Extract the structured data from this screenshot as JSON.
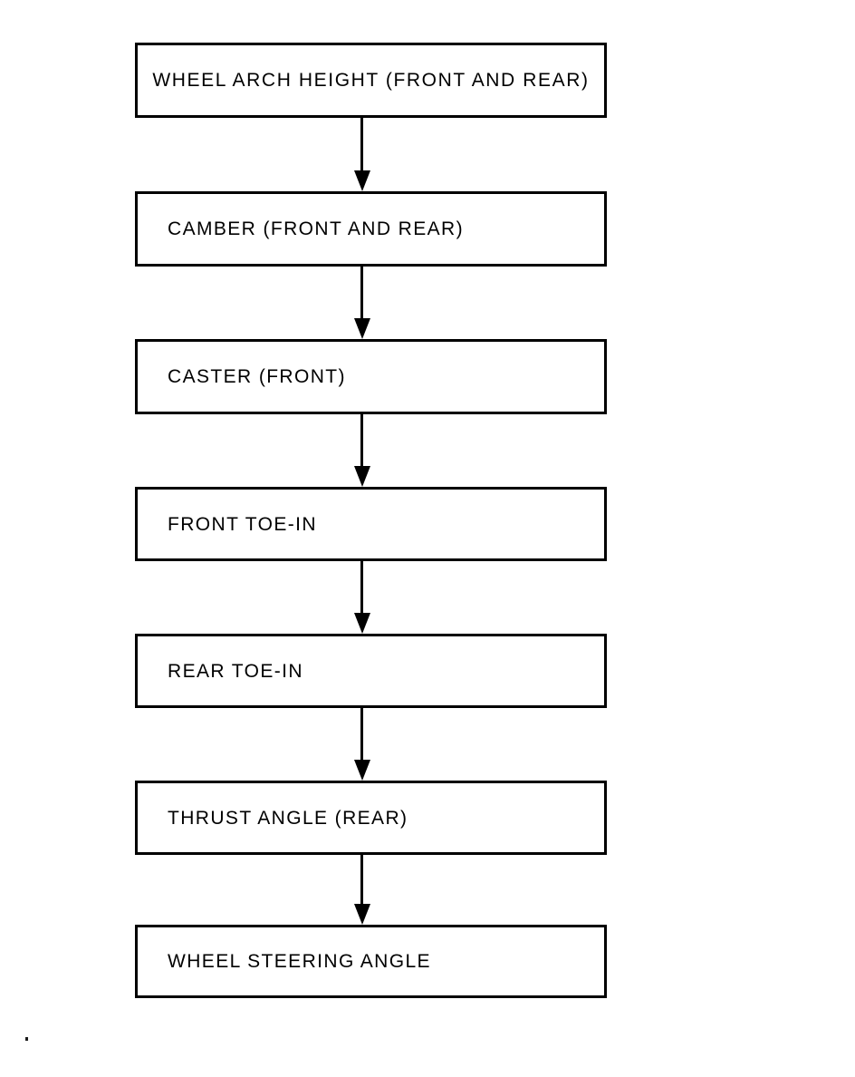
{
  "diagram": {
    "type": "flowchart",
    "orientation": "vertical",
    "title": "",
    "colors": {
      "background": "#ffffff",
      "stroke": "#000000",
      "text": "#000000"
    },
    "nodes": [
      {
        "id": "wheel-arch-height",
        "label": "WHEEL ARCH HEIGHT (FRONT AND REAR)",
        "align": "center"
      },
      {
        "id": "camber",
        "label": "CAMBER (FRONT AND REAR)",
        "align": "left"
      },
      {
        "id": "caster",
        "label": "CASTER (FRONT)",
        "align": "left"
      },
      {
        "id": "front-toe-in",
        "label": "FRONT TOE-IN",
        "align": "left"
      },
      {
        "id": "rear-toe-in",
        "label": "REAR TOE-IN",
        "align": "left"
      },
      {
        "id": "thrust-angle",
        "label": "THRUST ANGLE (REAR)",
        "align": "left"
      },
      {
        "id": "wheel-steering-angle",
        "label": "WHEEL STEERING ANGLE",
        "align": "left"
      }
    ],
    "connectors": [
      {
        "from": "wheel-arch-height",
        "to": "camber",
        "style": "arrow-down"
      },
      {
        "from": "camber",
        "to": "caster",
        "style": "arrow-down"
      },
      {
        "from": "caster",
        "to": "front-toe-in",
        "style": "arrow-down"
      },
      {
        "from": "front-toe-in",
        "to": "rear-toe-in",
        "style": "arrow-down"
      },
      {
        "from": "rear-toe-in",
        "to": "thrust-angle",
        "style": "arrow-down"
      },
      {
        "from": "thrust-angle",
        "to": "wheel-steering-angle",
        "style": "arrow-down"
      }
    ]
  }
}
